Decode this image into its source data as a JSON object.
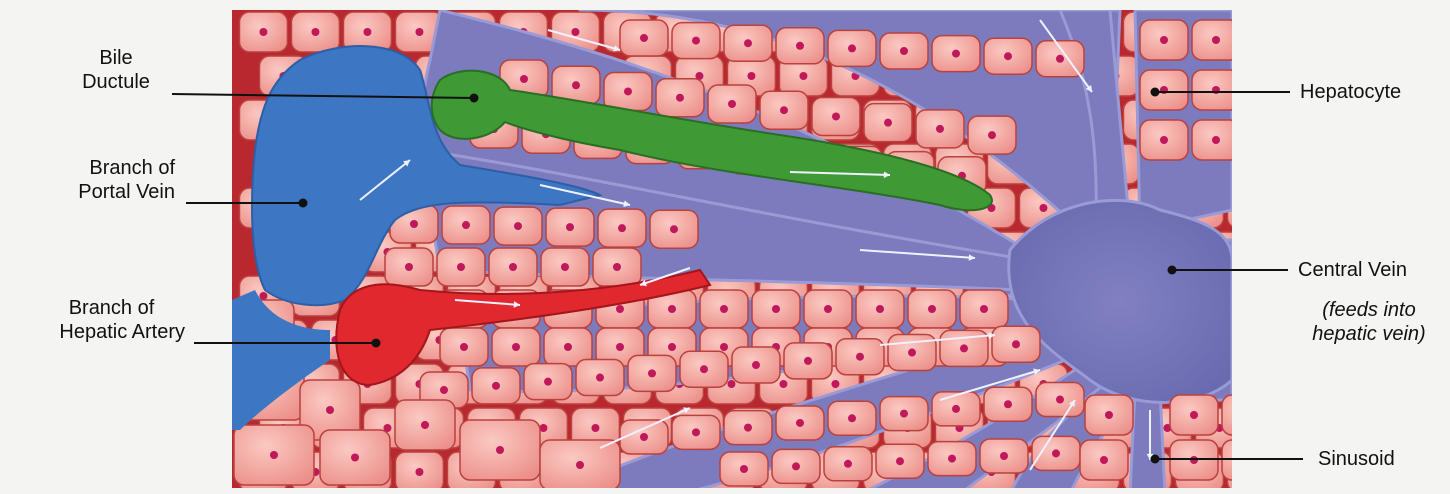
{
  "labels": {
    "bile_ductule": [
      "Bile",
      "Ductule"
    ],
    "portal_vein": [
      "Branch of",
      "Portal Vein"
    ],
    "hepatic_artery": [
      "Branch of",
      "Hepatic Artery"
    ],
    "hepatocyte": "Hepatocyte",
    "central_vein": "Central Vein",
    "central_vein_note": [
      "(feeds into",
      "hepatic vein)"
    ],
    "sinusoid": "Sinusoid"
  },
  "colors": {
    "background": "#f4f4f2",
    "hepatocyte_fill": "#f3a7a0",
    "hepatocyte_edge": "#b9413e",
    "nucleus": "#c0185a",
    "tissue_base": "#b8282e",
    "sinusoid_blue": "#7b7bbd",
    "central_vein_blue": "#7d7dbe",
    "portal_vein_blue": "#3d76c2",
    "hepatic_artery_red": "#e0282e",
    "bile_green": "#3f9a36",
    "leader_line": "#111111"
  },
  "icons": {
    "flow_arrow": "white-flow-arrow",
    "label_pointer": "dot-ended-leader-line"
  }
}
